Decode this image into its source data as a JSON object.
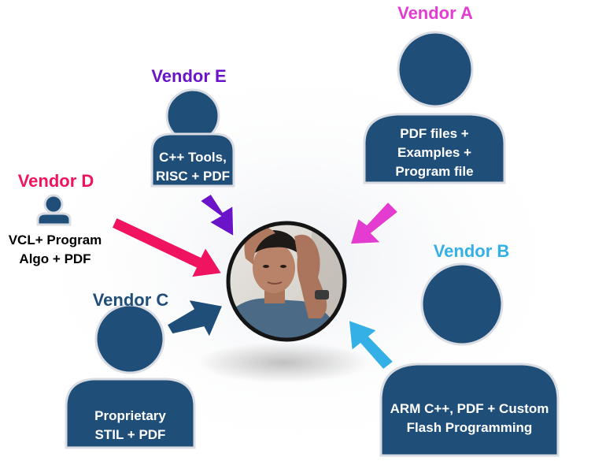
{
  "colors": {
    "vendor_a": "#e43bd1",
    "vendor_b": "#35b0e6",
    "vendor_c": "#1f4e79",
    "vendor_d": "#f0135f",
    "vendor_e": "#6a13c8",
    "figure_fill": "#1f4e79",
    "figure_outline": "#d9dde3"
  },
  "vendors": {
    "a": {
      "name": "Vendor A",
      "body": "PDF files +\nExamples +\nProgram file"
    },
    "b": {
      "name": "Vendor B",
      "body": "ARM C++, PDF + Custom\nFlash Programming"
    },
    "c": {
      "name": "Vendor C",
      "body": "Proprietary\nSTIL + PDF"
    },
    "d": {
      "name": "Vendor D",
      "body": "VCL+ Program\nAlgo + PDF"
    },
    "e": {
      "name": "Vendor E",
      "body": "C++ Tools,\nRISC + PDF"
    }
  },
  "center": {
    "icon": "confused-person-photo"
  }
}
